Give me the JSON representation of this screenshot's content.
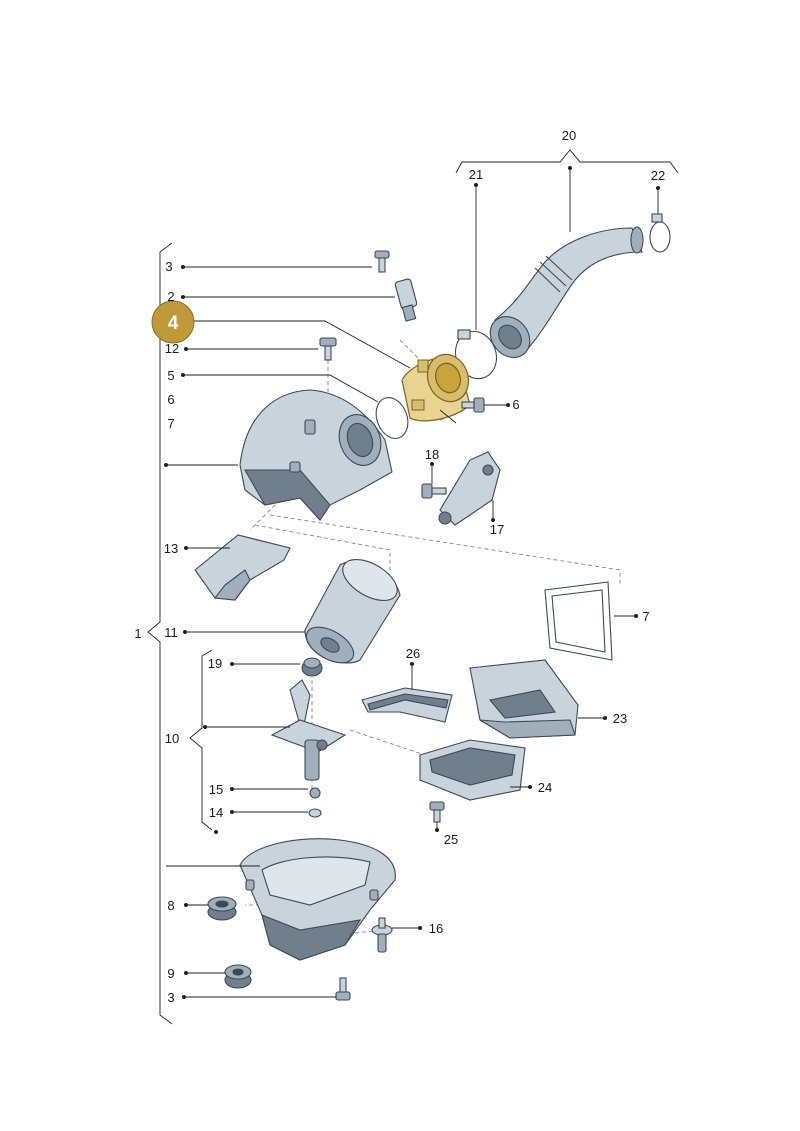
{
  "diagram": {
    "highlight_color": "#c9a43a",
    "part_fill": "#c8d3db",
    "part_dark": "#6f7f8b",
    "highlight_part_fill": "#e8d391",
    "highlight_callout": {
      "number": "4",
      "color": "#c09a38"
    },
    "labels": [
      {
        "id": "20",
        "text": "20"
      },
      {
        "id": "21",
        "text": "21"
      },
      {
        "id": "22",
        "text": "22"
      },
      {
        "id": "3a",
        "text": "3"
      },
      {
        "id": "2",
        "text": "2"
      },
      {
        "id": "12",
        "text": "12"
      },
      {
        "id": "5",
        "text": "5"
      },
      {
        "id": "6a",
        "text": "6"
      },
      {
        "id": "6b",
        "text": "6"
      },
      {
        "id": "7a",
        "text": "7"
      },
      {
        "id": "18",
        "text": "18"
      },
      {
        "id": "17",
        "text": "17"
      },
      {
        "id": "13",
        "text": "13"
      },
      {
        "id": "7b",
        "text": "7"
      },
      {
        "id": "1",
        "text": "1"
      },
      {
        "id": "11",
        "text": "11"
      },
      {
        "id": "26",
        "text": "26"
      },
      {
        "id": "19",
        "text": "19"
      },
      {
        "id": "23",
        "text": "23"
      },
      {
        "id": "10",
        "text": "10"
      },
      {
        "id": "24",
        "text": "24"
      },
      {
        "id": "15",
        "text": "15"
      },
      {
        "id": "14",
        "text": "14"
      },
      {
        "id": "25",
        "text": "25"
      },
      {
        "id": "16",
        "text": "16"
      },
      {
        "id": "8",
        "text": "8"
      },
      {
        "id": "9",
        "text": "9"
      },
      {
        "id": "3b",
        "text": "3"
      }
    ]
  }
}
